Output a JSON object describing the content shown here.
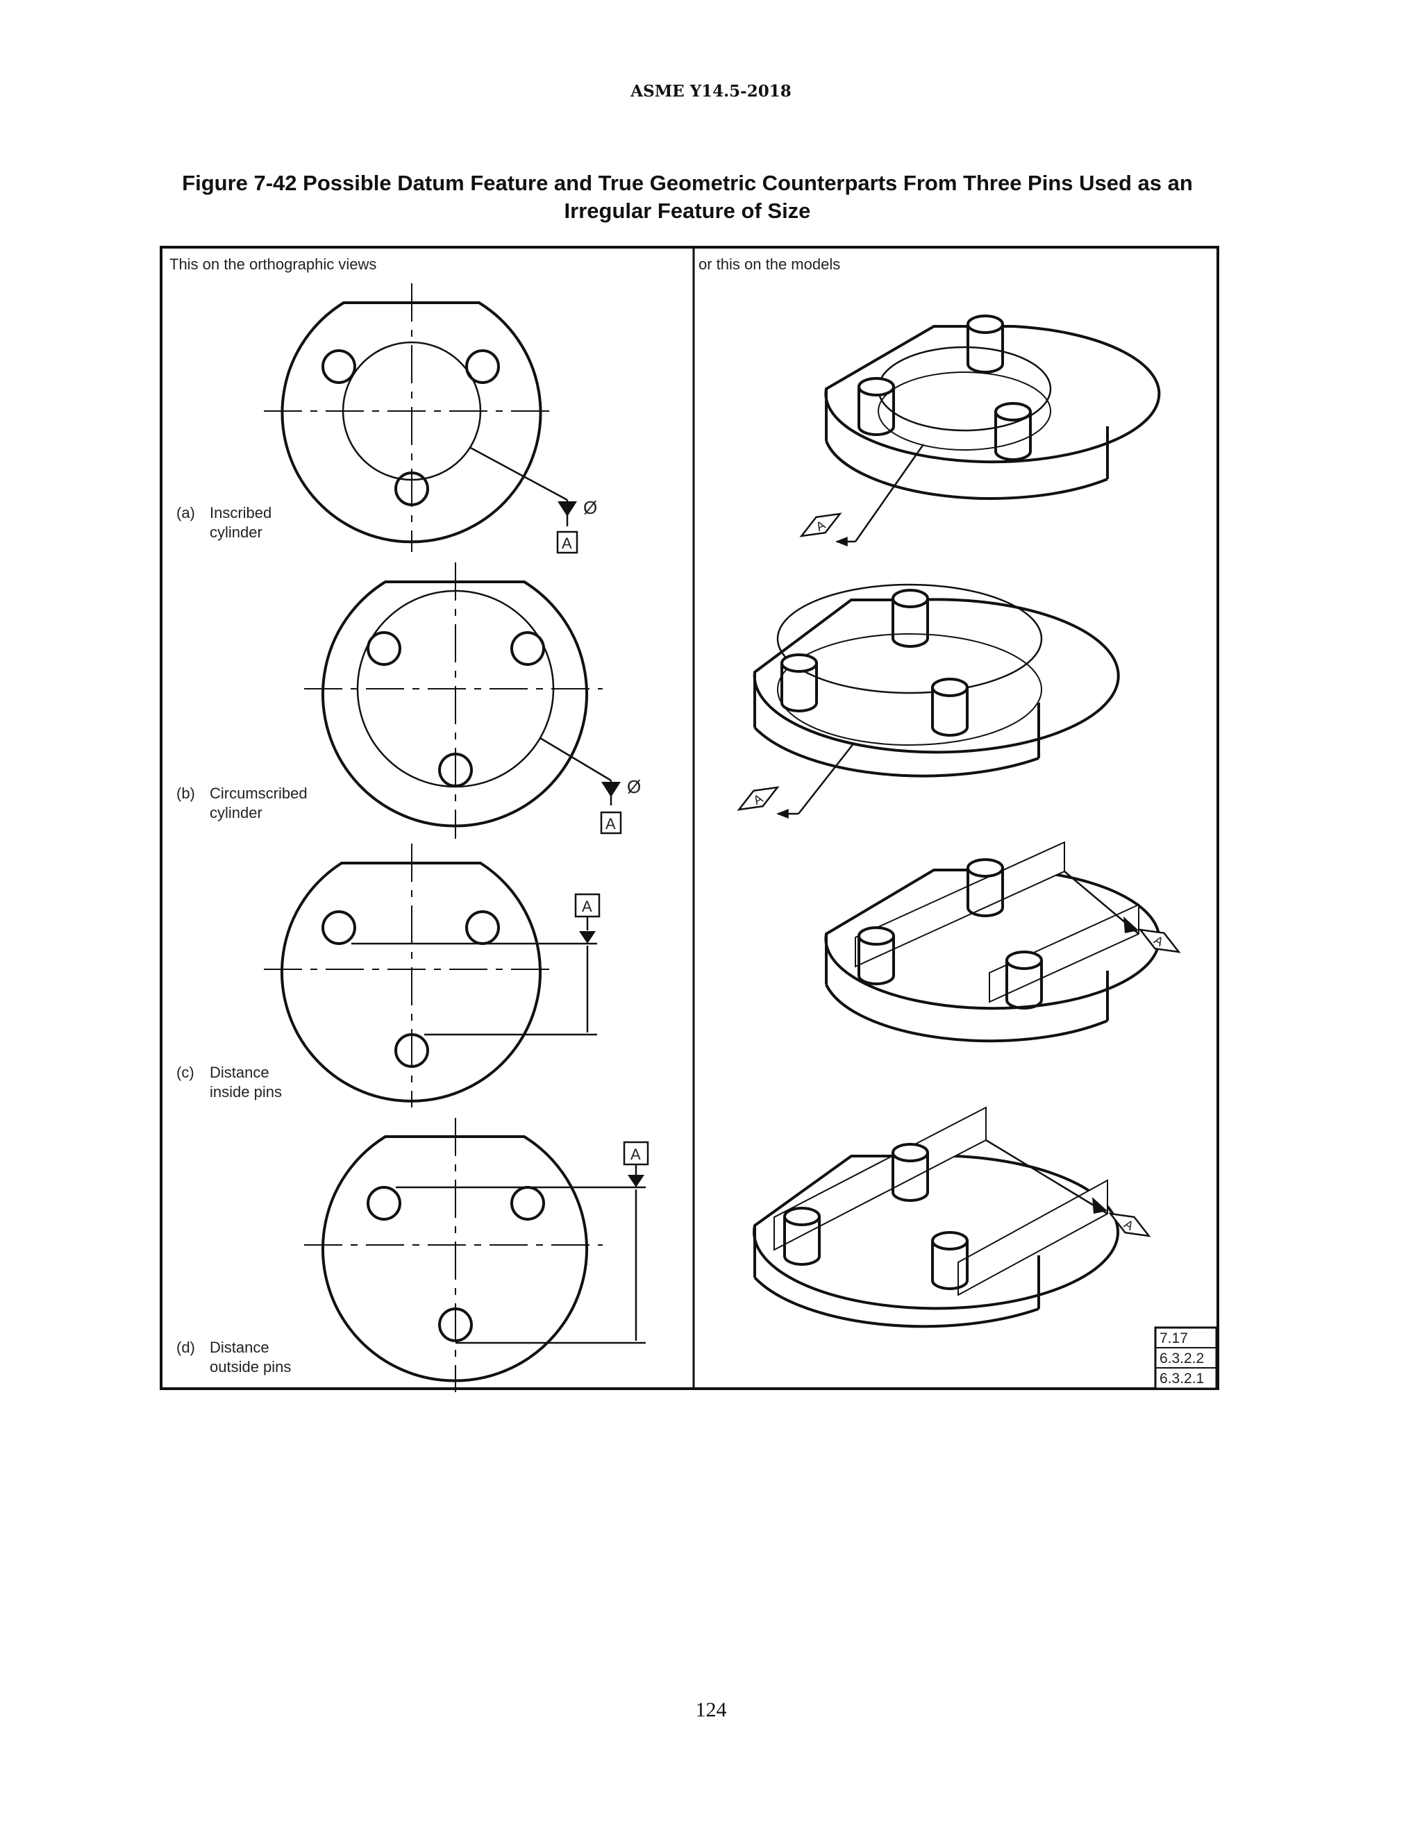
{
  "header": "ASME Y14.5-2018",
  "caption": {
    "line1": "Figure 7-42 Possible Datum Feature and True Geometric Counterparts From Three Pins Used as an",
    "line2": "Irregular Feature of Size"
  },
  "columns": {
    "left": "This on the orthographic views",
    "right": "or this on the models"
  },
  "panels": [
    {
      "id": "a",
      "tag": "(a)",
      "line1": "Inscribed",
      "line2": "cylinder",
      "symbol": "Ø",
      "datum": "A"
    },
    {
      "id": "b",
      "tag": "(b)",
      "line1": "Circumscribed",
      "line2": "cylinder",
      "symbol": "Ø",
      "datum": "A"
    },
    {
      "id": "c",
      "tag": "(c)",
      "line1": "Distance",
      "line2": "inside pins",
      "datum": "A"
    },
    {
      "id": "d",
      "tag": "(d)",
      "line1": "Distance",
      "line2": "outside pins",
      "datum": "A"
    }
  ],
  "references": [
    "7.17",
    "6.3.2.2",
    "6.3.2.1"
  ],
  "page_number": "124"
}
